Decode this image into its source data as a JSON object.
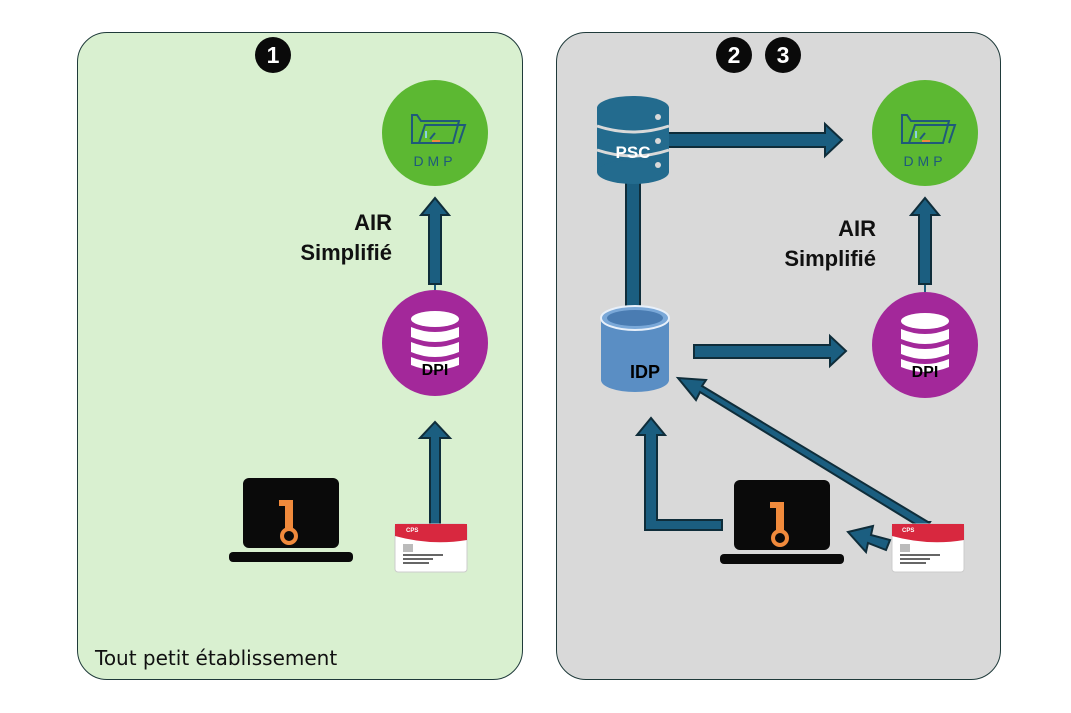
{
  "panels": {
    "left": {
      "badges": [
        "1"
      ],
      "air_label_line1": "AIR",
      "air_label_line2": "Simplifié",
      "footer_label": "Tout petit établissement",
      "nodes": {
        "dmp": "DMP",
        "dpi": "DPI"
      }
    },
    "right": {
      "badges": [
        "2",
        "3"
      ],
      "air_label_line1": "AIR",
      "air_label_line2": "Simplifié",
      "nodes": {
        "psc": "PSC",
        "idp": "IDP",
        "dmp": "DMP",
        "dpi": "DPI"
      }
    }
  },
  "card": {
    "title": "CPS"
  },
  "colors": {
    "left_bg": "#d9f0d0",
    "right_bg": "#d9d9d9",
    "dmp_green": "#5cb832",
    "dpi_purple": "#a3289a",
    "arrow_blue": "#1b5e80",
    "psc_blue": "#236b8e",
    "idp_blue": "#5a8ec4",
    "key_orange": "#f08a3c",
    "card_red": "#d8283f"
  }
}
